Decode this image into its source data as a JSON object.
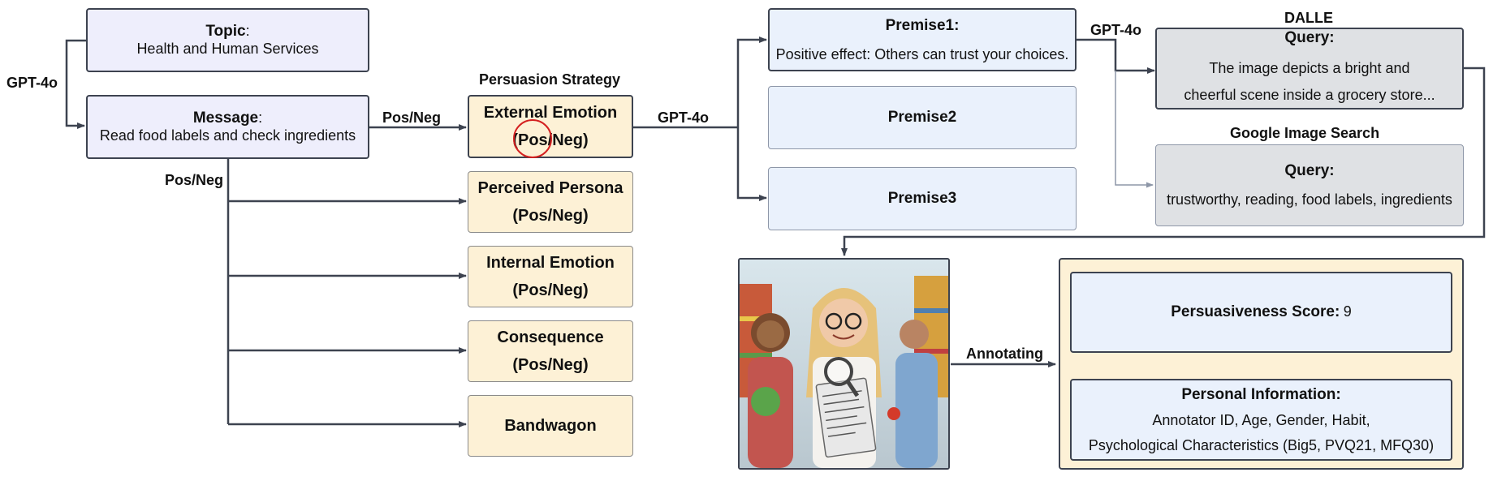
{
  "flow": {
    "gpt_left": "GPT-4o",
    "topic": {
      "label": "Topic",
      "value": "Health and Human Services"
    },
    "message": {
      "label": "Message",
      "value": "Read food labels and check ingredients"
    },
    "pos_neg_right": "Pos/Neg",
    "pos_neg_down": "Pos/Neg",
    "strategy_heading": "Persuasion Strategy",
    "strategies": [
      {
        "title": "External Emotion",
        "sub": "(Pos/Neg)"
      },
      {
        "title": "Perceived Persona",
        "sub": "(Pos/Neg)"
      },
      {
        "title": "Internal Emotion",
        "sub": "(Pos/Neg)"
      },
      {
        "title": "Consequence",
        "sub": "(Pos/Neg)"
      },
      {
        "title": "Bandwagon",
        "sub": ""
      }
    ],
    "gpt_mid": "GPT-4o",
    "premises": [
      {
        "title": "Premise1:",
        "text": "Positive effect: Others can trust your choices."
      },
      {
        "title": "Premise2",
        "text": ""
      },
      {
        "title": "Premise3",
        "text": ""
      }
    ],
    "gpt_right": "GPT-4o",
    "dalle": {
      "heading": "DALLE",
      "title": "Query:",
      "line1": "The image depicts a bright and",
      "line2": "cheerful scene inside a grocery store..."
    },
    "google": {
      "heading": "Google Image Search",
      "title": "Query:",
      "text": "trustworthy, reading, food labels, ingredients"
    },
    "annotating": "Annotating",
    "score": {
      "label": "Persuasiveness Score:",
      "value": "9"
    },
    "personal": {
      "label": "Personal Information:",
      "line1": "Annotator ID, Age, Gender, Habit,",
      "line2": "Psychological Characteristics (Big5, PVQ21, MFQ30)"
    }
  },
  "colors": {
    "lavender": "#eeeefc",
    "cream": "#fdf1d6",
    "light_blue": "#eaf1fc",
    "gray": "#dfe1e4",
    "line": "#3d4350",
    "highlight": "#d42020"
  }
}
